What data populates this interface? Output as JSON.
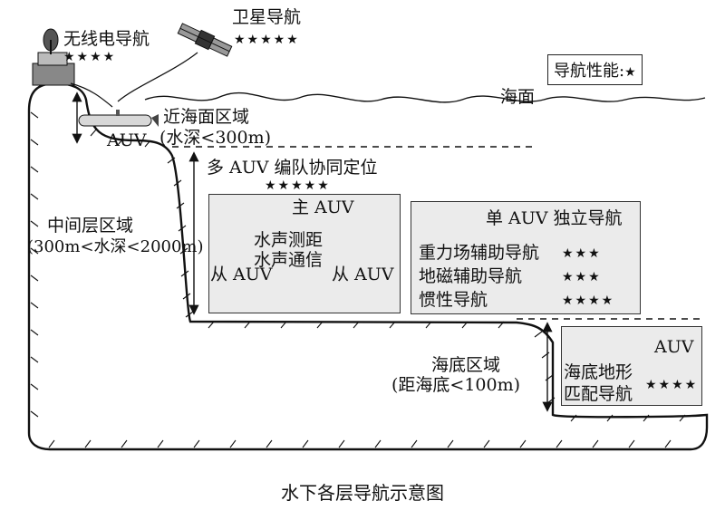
{
  "legend": {
    "label": "导航性能:",
    "star": "★"
  },
  "surface": {
    "label": "海面"
  },
  "radio": {
    "title": "无线电导航",
    "stars": "★★★★"
  },
  "satellite": {
    "title": "卫星导航",
    "stars": "★★★★★"
  },
  "near_surface": {
    "auv": "AUV",
    "title": "近海面区域",
    "depth": "(水深<300m)"
  },
  "middle": {
    "title": "中间层区域",
    "depth": "(300m<水深<2000m)"
  },
  "formation": {
    "title": "多 AUV 编队协同定位",
    "stars": "★★★★★",
    "master": "主 AUV",
    "acoustic1": "水声测距",
    "acoustic2": "水声通信",
    "slave_left": "从 AUV",
    "slave_right": "从 AUV"
  },
  "single": {
    "title": "单 AUV 独立导航",
    "methods": [
      {
        "name": "重力场辅助导航",
        "stars": "★★★"
      },
      {
        "name": "地磁辅助导航",
        "stars": "★★★"
      },
      {
        "name": "惯性导航",
        "stars": "★★★★"
      }
    ]
  },
  "seabed": {
    "title": "海底区域",
    "depth": "(距海底<100m)"
  },
  "terrain": {
    "auv": "AUV",
    "title1": "海底地形",
    "title2": "匹配导航",
    "stars": "★★★★"
  },
  "caption": "水下各层导航示意图"
}
